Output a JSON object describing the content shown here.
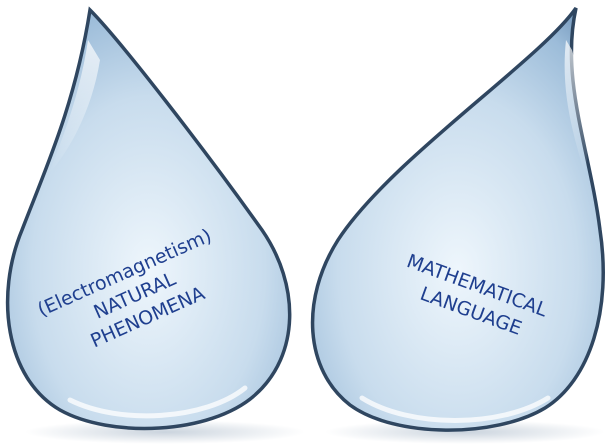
{
  "diagram": {
    "left_drop": {
      "lines": [
        "(Electromagnetism)",
        "NATURAL",
        "PHENOMENA"
      ]
    },
    "right_drop": {
      "lines": [
        "MATHEMATICAL",
        "LANGUAGE"
      ]
    }
  },
  "colors": {
    "text": "#1f3f8f",
    "drop_light": "#e9f3fb",
    "drop_mid": "#b9d3ea",
    "drop_dark": "#7ea6cc",
    "drop_edge": "#2f4660"
  }
}
